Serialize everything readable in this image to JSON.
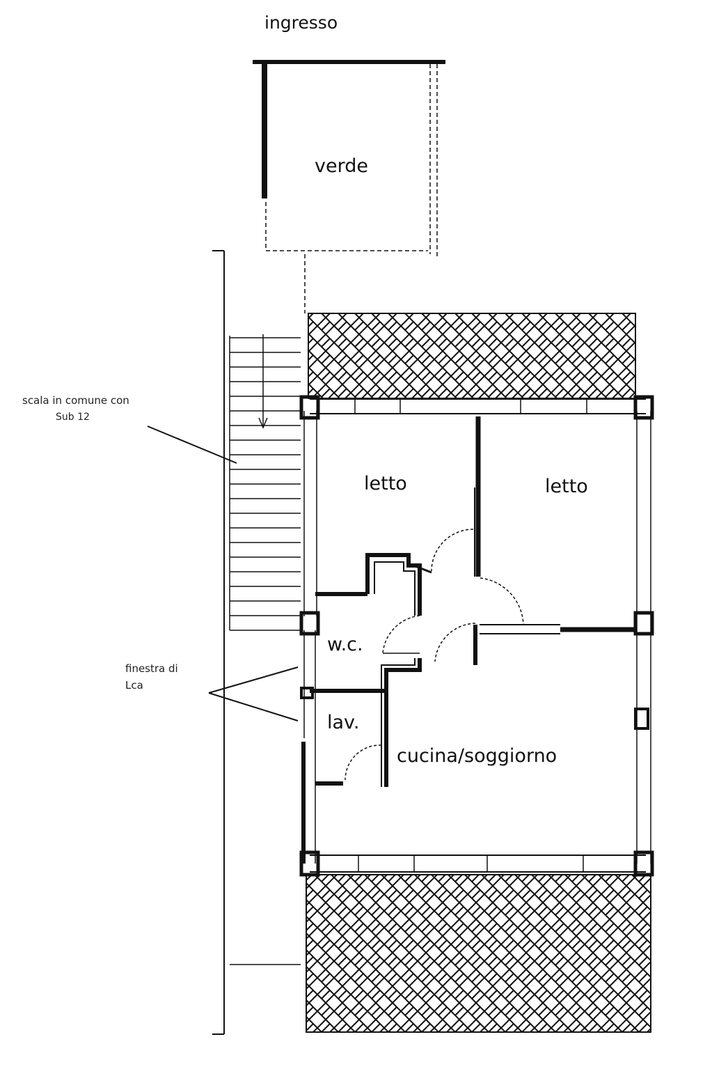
{
  "labels": {
    "entrance": "ingresso",
    "green_area": "verde",
    "stair_note_line1": "scala in comune con",
    "stair_note_line2": "Sub 12",
    "window_note_line1": "finestra di",
    "window_note_line2": "Lca",
    "bedroom_left": "letto",
    "bedroom_right": "letto",
    "wc": "w.c.",
    "laundry": "lav.",
    "kitchen_living": "cucina/soggiorno"
  },
  "colors": {
    "ink": "#111111",
    "paper": "#ffffff"
  }
}
